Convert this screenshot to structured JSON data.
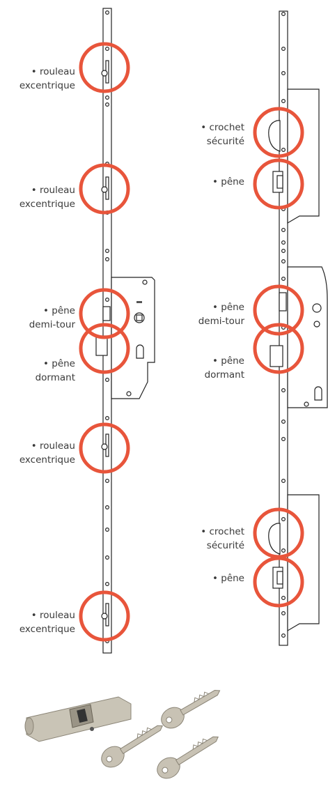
{
  "colors": {
    "highlight_ring": "#e8553b",
    "metal_outline": "#222222",
    "metal_fill": "#ffffff",
    "cylinder_fill": "#c9c4b6",
    "key_fill": "#c8c2b4"
  },
  "left_strip": {
    "labels": [
      {
        "lines": [
          "• rouleau",
          "excentrique"
        ]
      },
      {
        "lines": [
          "• rouleau",
          "excentrique"
        ]
      },
      {
        "lines": [
          "• pêne",
          "demi-tour"
        ]
      },
      {
        "lines": [
          "• pêne",
          "dormant"
        ]
      },
      {
        "lines": [
          "• rouleau",
          "excentrique"
        ]
      },
      {
        "lines": [
          "• rouleau",
          "excentrique"
        ]
      }
    ]
  },
  "right_strip": {
    "labels": [
      {
        "lines": [
          "• crochet",
          "sécurité"
        ]
      },
      {
        "lines": [
          "• pêne"
        ]
      },
      {
        "lines": [
          "• pêne",
          "demi-tour"
        ]
      },
      {
        "lines": [
          "• pêne",
          "dormant"
        ]
      },
      {
        "lines": [
          "• crochet",
          "sécurité"
        ]
      },
      {
        "lines": [
          "• pêne"
        ]
      }
    ]
  },
  "accessories": {
    "cylinder_icon": "euro-cylinder-icon",
    "key_icon": "key-icon",
    "key_count": 3
  }
}
